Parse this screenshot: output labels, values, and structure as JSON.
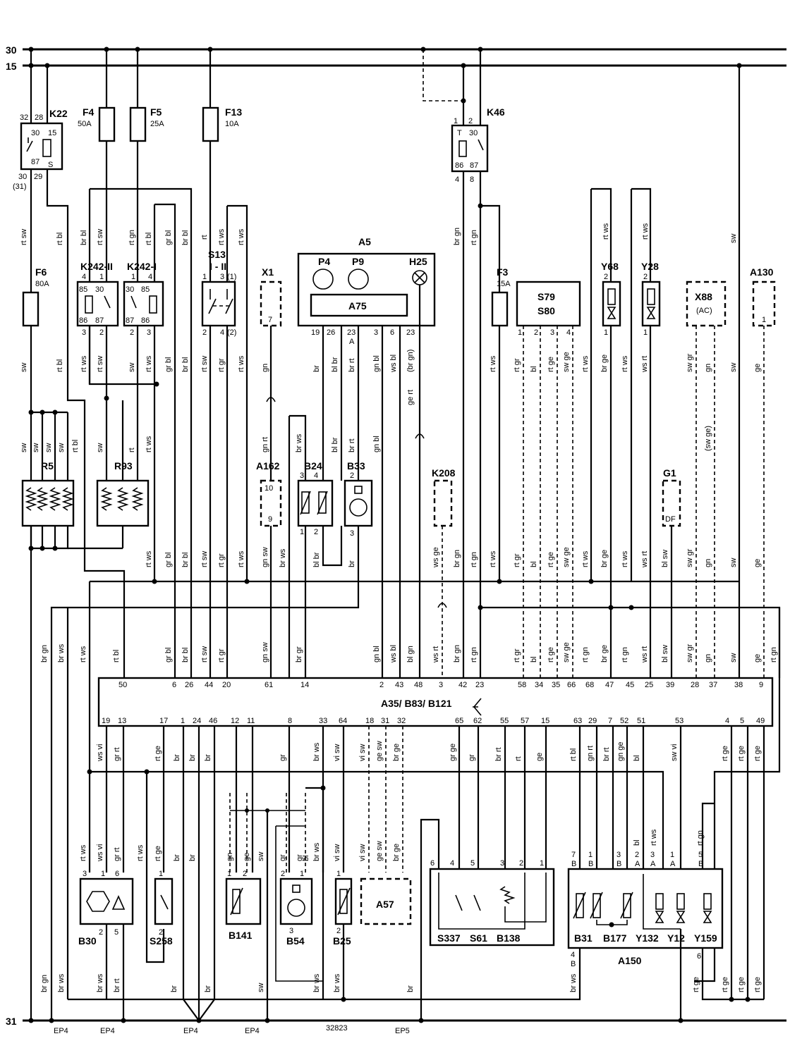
{
  "rails": {
    "r30": "30",
    "r15": "15",
    "r31": "31"
  },
  "components": {
    "K22": {
      "name": "K22",
      "pins_top": [
        "32",
        "28"
      ],
      "inner": [
        "30",
        "15",
        "87",
        "S"
      ],
      "pins_bottom": [
        "30",
        "29"
      ],
      "note": "(31)"
    },
    "F4": {
      "name": "F4",
      "rating": "50A"
    },
    "F5": {
      "name": "F5",
      "rating": "25A"
    },
    "F13": {
      "name": "F13",
      "rating": "10A"
    },
    "K46": {
      "name": "K46",
      "pins_top": [
        "1",
        "2"
      ],
      "inner": [
        "T",
        "30",
        "86",
        "87"
      ],
      "pins_bottom": [
        "4",
        "8"
      ]
    },
    "F6": {
      "name": "F6",
      "rating": "80A"
    },
    "K242_II": {
      "name": "K242-II",
      "pins_top": [
        "4",
        "1"
      ],
      "inner": [
        "85",
        "30",
        "86",
        "87"
      ],
      "pins_bottom": [
        "3",
        "2"
      ]
    },
    "K242_I": {
      "name": "K242-I",
      "pins_top": [
        "1",
        "4"
      ],
      "inner": [
        "30",
        "85",
        "87",
        "86"
      ],
      "pins_bottom": [
        "2",
        "3"
      ]
    },
    "S13": {
      "name": "S13",
      "sub": "I - II",
      "pins_top": [
        "1",
        "3",
        "(1)"
      ],
      "pins_bottom": [
        "2",
        "4",
        "(2)"
      ]
    },
    "X1": {
      "name": "X1",
      "pin": "7"
    },
    "A5": {
      "name": "A5",
      "parts": [
        "P4",
        "P9",
        "H25"
      ],
      "inner": "A75",
      "pins": [
        "19",
        "26",
        "23",
        "A",
        "3",
        "6",
        "23"
      ]
    },
    "F3": {
      "name": "F3",
      "rating": "15A"
    },
    "S79": {
      "name": "S79",
      "name2": "S80",
      "pins": [
        "1",
        "2",
        "3",
        "4"
      ]
    },
    "Y68": {
      "name": "Y68",
      "pins": [
        "2",
        "1"
      ]
    },
    "Y28": {
      "name": "Y28",
      "pins": [
        "2",
        "1"
      ]
    },
    "X88": {
      "name": "X88",
      "sub": "(AC)"
    },
    "A130": {
      "name": "A130",
      "pin": "1"
    },
    "R5": {
      "name": "R5"
    },
    "R93": {
      "name": "R93"
    },
    "A162": {
      "name": "A162",
      "pins": [
        "10",
        "9"
      ]
    },
    "B24": {
      "name": "B24",
      "pins_top": [
        "3",
        "4"
      ],
      "pins_bottom": [
        "1",
        "2"
      ]
    },
    "B33": {
      "name": "B33",
      "pins": [
        "2",
        "3"
      ]
    },
    "K208": {
      "name": "K208"
    },
    "G1": {
      "name": "G1",
      "inner": "DF"
    },
    "ECU": {
      "name": "A35/ B83/ B121",
      "top_pins": [
        "50",
        "6",
        "26",
        "44",
        "20",
        "61",
        "14",
        "2",
        "43",
        "48",
        "3",
        "42",
        "23",
        "58",
        "34",
        "35",
        "66",
        "68",
        "47",
        "45",
        "25",
        "39",
        "28",
        "37",
        "38",
        "9"
      ],
      "bottom_pins": [
        "19",
        "13",
        "17",
        "1",
        "24",
        "46",
        "12",
        "11",
        "8",
        "33",
        "64",
        "18",
        "31",
        "32",
        "65",
        "62",
        "55",
        "57",
        "15",
        "63",
        "29",
        "7",
        "52",
        "51",
        "53",
        "4",
        "5",
        "49"
      ]
    },
    "B30": {
      "name": "B30",
      "pins_top": [
        "3",
        "1",
        "6"
      ],
      "pins_bottom": [
        "2",
        "5"
      ]
    },
    "S258": {
      "name": "S258",
      "pins": [
        "1",
        "2"
      ]
    },
    "B141": {
      "name": "B141",
      "pins": [
        "1",
        "2"
      ]
    },
    "B54": {
      "name": "B54",
      "pins": [
        "2",
        "1",
        "3"
      ]
    },
    "B25": {
      "name": "B25",
      "pins": [
        "1",
        "2"
      ]
    },
    "A57": {
      "name": "A57"
    },
    "S337": {
      "names": [
        "S337",
        "S61",
        "B138"
      ],
      "pins": [
        "6",
        "4",
        "5",
        "3",
        "2",
        "1"
      ]
    },
    "A150": {
      "name": "A150",
      "parts": [
        "B31",
        "B177",
        "Y132",
        "Y12",
        "Y159"
      ],
      "pins": [
        "7",
        "1",
        "3",
        "2",
        "3",
        "1",
        "5"
      ],
      "subs": [
        "B",
        "B",
        "B",
        "A",
        "A",
        "A",
        "B"
      ],
      "pin_bottom": [
        "4",
        "B"
      ],
      "pin6": "6"
    }
  },
  "wire_colors": {
    "k22_left": "rt sw",
    "k22_right": "rt bl",
    "f4": "br bl",
    "f4b": "rt sw",
    "f5a": "rt gn",
    "f5b": "rt bl",
    "f5c": "gr bl",
    "f5d": "br bl",
    "f13a": "rt",
    "f13b": "rt ws",
    "f13c": "rt ws",
    "k46a": "br gn",
    "k46b": "rt gn",
    "y68": "rt ws",
    "y28": "rt ws",
    "r15sw": "sw",
    "f6": "sw",
    "f6b": "rt bl",
    "k242_out": [
      "rt ws",
      "rt sw",
      "sw",
      "rt ws",
      "gr bl",
      "br bl"
    ],
    "s13_out": [
      "rt sw",
      "rt gr",
      "rt ws"
    ],
    "x1_out": "gn",
    "a5_out": [
      "br",
      "bl br",
      "br rt",
      "gn bl",
      "ws bl",
      "(br gn)"
    ],
    "a5_ge": "ge rt",
    "f3_out": "rt ws",
    "s79_out": [
      "rt gr",
      "bl",
      "rt ge",
      "sw ge",
      "rt ws"
    ],
    "y68_out": "br ge",
    "y28_out": "rt ws",
    "y28_b": "ws rt",
    "x88_out": [
      "sw gr",
      "gn"
    ],
    "x88_sw": "sw",
    "a130_out": "ge",
    "x88_b": "(sw ge)",
    "r5_in": [
      "sw",
      "sw",
      "sw",
      "sw",
      "rt bl"
    ],
    "r93_in": [
      "sw",
      "rt",
      "rt ws"
    ],
    "a162_in": "gn rt",
    "b24_in": "br ws",
    "b24_in2": "bl br",
    "b33_in": "br rt",
    "b33_in2": "gn bl",
    "mid_row": [
      "rt ws",
      "gr bl",
      "br bl",
      "rt sw",
      "rt gr",
      "rt ws",
      "gn sw",
      "br ws",
      "bl br",
      "br",
      "ws ge",
      "br gn",
      "rt gn",
      "rt ws",
      "rt gr",
      "bl",
      "rt ge",
      "sw ge",
      "rt ws",
      "br ge",
      "rt ws",
      "ws rt",
      "bl sw",
      "sw gr",
      "gn",
      "sw",
      "ge"
    ],
    "ecu_top": [
      "br gn",
      "br ws",
      "rt ws",
      "rt bl",
      "gr bl",
      "br bl",
      "rt sw",
      "rt gr",
      "gn sw",
      "br gr",
      "gn bl",
      "ws bl",
      "bl gn",
      "ws rt",
      "br gn",
      "rt gn",
      "rt gr",
      "bl",
      "rt ge",
      "sw ge",
      "rt gn",
      "br ge",
      "rt gn",
      "ws rt",
      "bl sw",
      "sw gr",
      "gn",
      "sw",
      "ge",
      "rt gn"
    ],
    "ecu_bot": [
      "ws vi",
      "gr rt",
      "rt ge",
      "br",
      "br",
      "br",
      "gr",
      "br ws",
      "vi sw",
      "vi sw",
      "ge sw",
      "br ge",
      "gr ge",
      "gr",
      "br rt",
      "rt",
      "ge",
      "rt bl",
      "gn rt",
      "br rt",
      "gn ge",
      "bl",
      "sw vi",
      "rt ge",
      "rt ge",
      "rt ge"
    ],
    "low": [
      "rt ws",
      "ws vi",
      "gr rt",
      "rt ws",
      "rt ge",
      "br",
      "br",
      "gn",
      "ge",
      "sw",
      "gr",
      "gr",
      "bl",
      "br ws",
      "vi sw",
      "vi sw",
      "ge sw",
      "br ge",
      "bl",
      "rt ws",
      "rt gn"
    ],
    "bottom": [
      "br gn",
      "br ws",
      "br ws",
      "br rt",
      "br",
      "br",
      "sw",
      "br ws",
      "br ws",
      "br",
      "br ws",
      "rt ge",
      "rt ge",
      "rt ge",
      "rt ge"
    ]
  },
  "ground_labels": [
    "EP4",
    "EP4",
    "EP4",
    "EP4",
    "32823",
    "EP5"
  ]
}
